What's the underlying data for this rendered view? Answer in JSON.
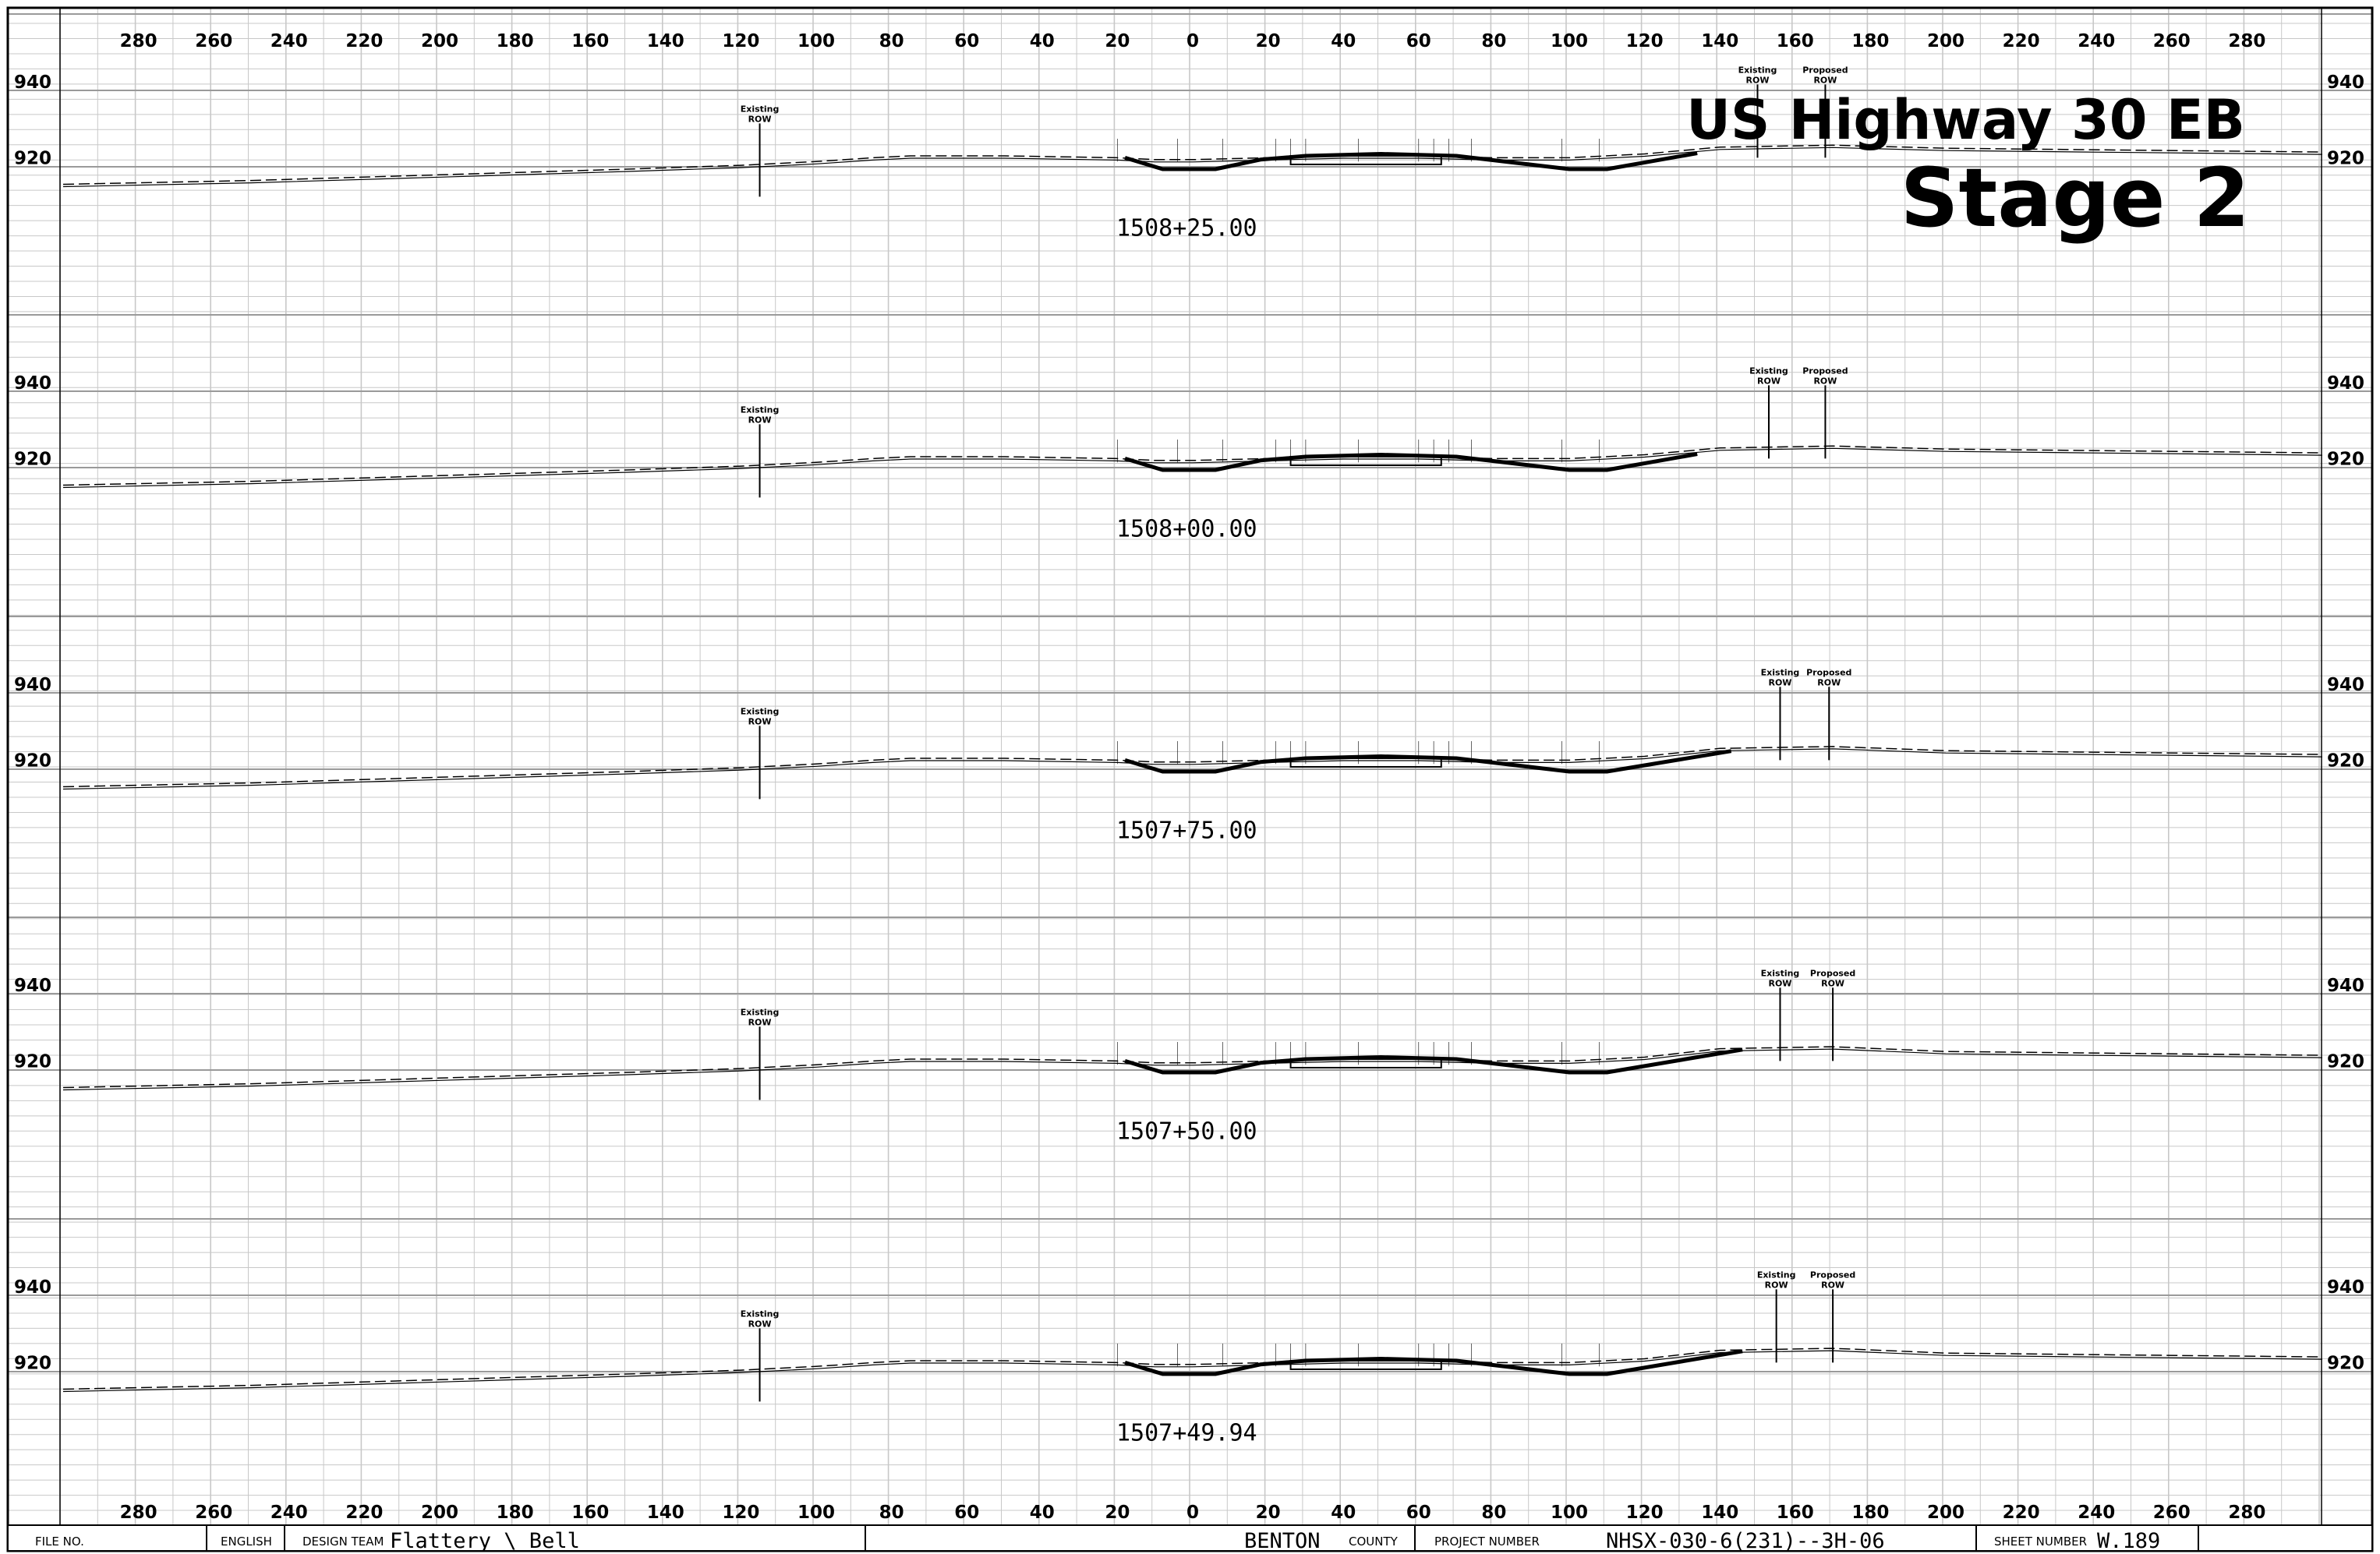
{
  "title": {
    "line1": "US Highway 30 EB",
    "line2": "Stage 2"
  },
  "offset_labels": [
    "280",
    "260",
    "240",
    "220",
    "200",
    "180",
    "160",
    "140",
    "120",
    "100",
    "80",
    "60",
    "40",
    "20",
    "0",
    "20",
    "40",
    "60",
    "80",
    "100",
    "120",
    "140",
    "160",
    "180",
    "200",
    "220",
    "240",
    "260",
    "280"
  ],
  "elevation_labels": [
    "940",
    "920"
  ],
  "sections": [
    {
      "station": "1508+25.00",
      "row_existing": "Existing",
      "row_proposed": "Proposed",
      "row": "ROW"
    },
    {
      "station": "1508+00.00",
      "row_existing": "Existing",
      "row_proposed": "Proposed",
      "row": "ROW"
    },
    {
      "station": "1507+75.00",
      "row_existing": "Existing",
      "row_proposed": "Proposed",
      "row": "ROW"
    },
    {
      "station": "1507+50.00",
      "row_existing": "Existing",
      "row_proposed": "Proposed",
      "row": "ROW"
    },
    {
      "station": "1507+49.94",
      "row_existing": "Existing",
      "row_proposed": "Proposed",
      "row": "ROW"
    }
  ],
  "title_block": {
    "file_no_label": "FILE NO.",
    "units": "ENGLISH",
    "design_team_label": "DESIGN TEAM",
    "design_team": "Flattery \\ Bell",
    "county": "BENTON",
    "county_label": "COUNTY",
    "project_number_label": "PROJECT NUMBER",
    "project_number": "NHSX-030-6(231)--3H-06",
    "sheet_number_label": "SHEET NUMBER",
    "sheet_number": "W.189"
  },
  "colors": {
    "grid_minor": "#c8c8c8",
    "grid_major": "#9a9a9a",
    "ink": "#000000"
  }
}
